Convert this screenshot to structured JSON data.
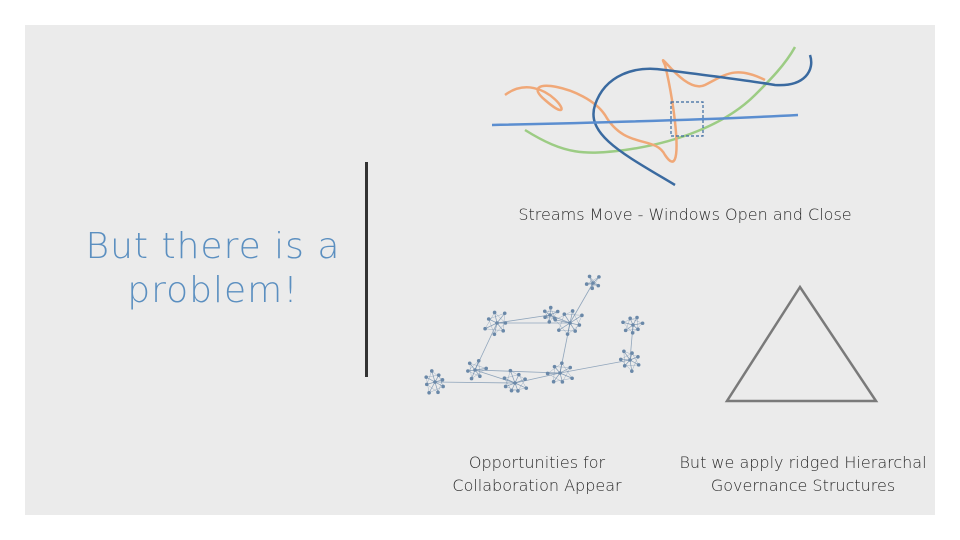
{
  "slide": {
    "title": "But there is a problem!",
    "captions": {
      "streams": "Streams Move - Windows Open and Close",
      "collaboration": "Opportunities for Collaboration Appear",
      "hierarchy": "But we apply ridged Hierarchal Governance Structures"
    }
  },
  "colors": {
    "slide_background": "#ebebeb",
    "title": "#5b8fc0",
    "stream_orange": "#f0a878",
    "stream_green": "#9ccc84",
    "stream_blue_light": "#5b8ed0",
    "stream_blue_dark": "#3a6aa0",
    "network": "#6a88a8",
    "triangle": "#7a7a7a"
  }
}
